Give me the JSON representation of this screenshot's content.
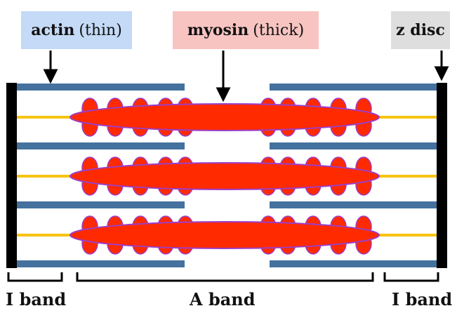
{
  "labels": {
    "actin": {
      "bold": "actin",
      "extra": "(thin)"
    },
    "myosin": {
      "bold": "myosin",
      "extra": "(thick)"
    },
    "zdisc": {
      "bold": "z disc"
    }
  },
  "bands": {
    "i_left": "I band",
    "a": "A band",
    "i_right": "I band"
  },
  "colors": {
    "actin": "#44719e",
    "myosin_fill": "#ff2a00",
    "myosin_outline": "#9c3ec7",
    "titin": "#f6c412",
    "zdisc": "#000000",
    "actin_box": "#c4daf6",
    "myosin_box": "#f7c4c1",
    "zdisc_box": "#dedede"
  },
  "structure": {
    "thick_filaments": 3,
    "thin_filaments": 4,
    "heads_per_side": 5
  }
}
